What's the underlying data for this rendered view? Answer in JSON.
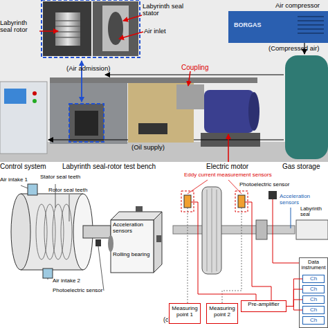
{
  "diagram": {
    "nodes": [
      {
        "text": [
          "Measuring point 1"
        ]
      },
      {
        "text": [
          "Measuring point 2"
        ]
      },
      {
        "text": [
          "Pre-amplifier"
        ]
      },
      {
        "text": [
          "Data instrument"
        ]
      },
      {
        "text": [
          "Ch"
        ],
        "in": 3
      },
      {
        "text": [
          "Ch"
        ],
        "in": 3
      },
      {
        "text": [
          "Ch"
        ],
        "in": 3
      },
      {
        "text": [
          "Ch"
        ],
        "in": 3
      },
      {
        "text": [
          "Ch"
        ],
        "in": 3
      }
    ],
    "edges": [
      {
        "from": 2,
        "to": 4,
        "arrow": "none"
      },
      {
        "from": 2,
        "to": 5,
        "arrow": "none"
      },
      {
        "from": 2,
        "to": 6,
        "arrow": "none"
      },
      {
        "from": 2,
        "to": 7,
        "arrow": "none"
      }
    ],
    "labels": [
      "Labyrinth seal rotor",
      "Labyrinth seal stator",
      "Air inlet",
      "Air compressor",
      "BORGAS",
      "(Compressed air)",
      "(Air admission)",
      "Coupling",
      "(Oil supply)",
      "Control system",
      "Labyrinth seal-rotor test bench",
      "Electric motor",
      "Gas storage",
      "Air intake 1",
      "Stator seal teeth",
      "Rotor seal teeth",
      "Acceleration sensors",
      "Rolling bearing",
      "Air intake 2",
      "Photoelectric sensor",
      "Eddy current measurement sensors",
      "Photoelectric sensor",
      "Acceleration sensors",
      "Labyrinth seal",
      "(c)"
    ]
  }
}
